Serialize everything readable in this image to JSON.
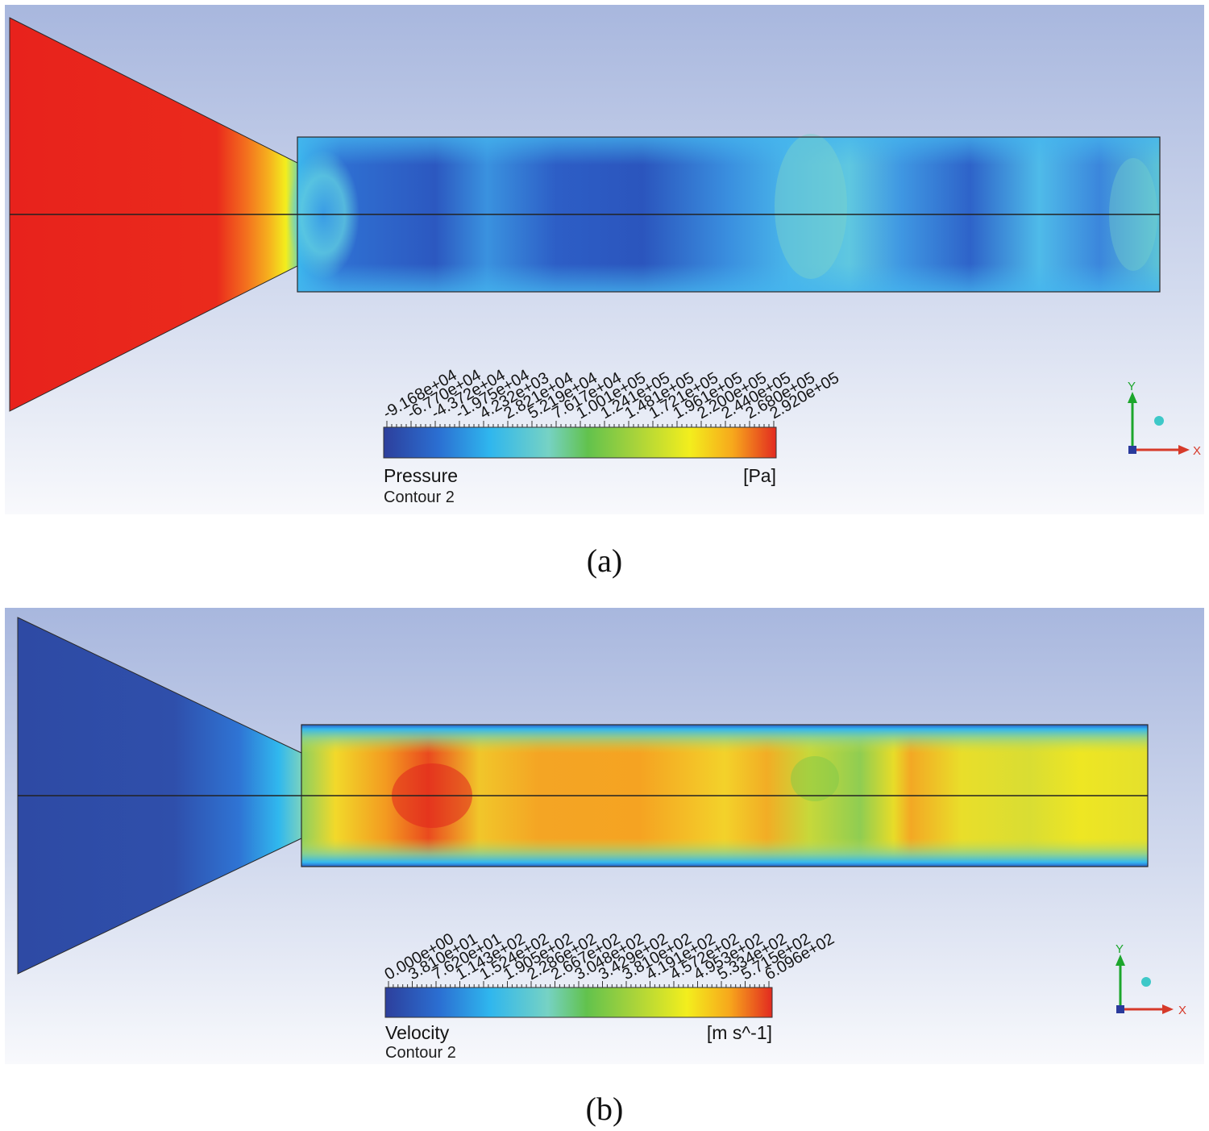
{
  "panels": [
    {
      "caption": "(a)",
      "legend": {
        "title": "Pressure",
        "subtitle": "Contour 2",
        "unit": "[Pa]",
        "ticks": [
          "-9.168e+04",
          "-6.770e+04",
          "-4.372e+04",
          "-1.975e+04",
          "4.232e+03",
          "2.821e+04",
          "5.219e+04",
          "7.617e+04",
          "1.001e+05",
          "1.241e+05",
          "1.481e+05",
          "1.721e+05",
          "1.961e+05",
          "2.200e+05",
          "2.440e+05",
          "2.680e+05",
          "2.920e+05"
        ]
      },
      "axes": {
        "y": "Y",
        "x": "X"
      }
    },
    {
      "caption": "(b)",
      "legend": {
        "title": "Velocity",
        "subtitle": "Contour 2",
        "unit": "[m s^-1]",
        "ticks": [
          "0.000e+00",
          "3.810e+01",
          "7.620e+01",
          "1.143e+02",
          "1.524e+02",
          "1.905e+02",
          "2.286e+02",
          "2.667e+02",
          "3.048e+02",
          "3.429e+02",
          "3.810e+02",
          "4.191e+02",
          "4.572e+02",
          "4.953e+02",
          "5.334e+02",
          "5.715e+02",
          "6.096e+02"
        ]
      },
      "axes": {
        "y": "Y",
        "x": "X"
      }
    }
  ],
  "colors": {
    "colormap": [
      "#2d3f9c",
      "#2b6fd2",
      "#2fb6ee",
      "#76d2c4",
      "#62c24d",
      "#a7d33b",
      "#f3ee1d",
      "#f7a71c",
      "#e22a20"
    ],
    "pressure_nozzle": "#e8221c",
    "pressure_duct": "#2f6bd0",
    "velocity_nozzle": "#2e4aa4",
    "velocity_duct": "#f1c12a",
    "bg_top": "#a8b7de",
    "bg_bottom": "#f7f8fc"
  }
}
